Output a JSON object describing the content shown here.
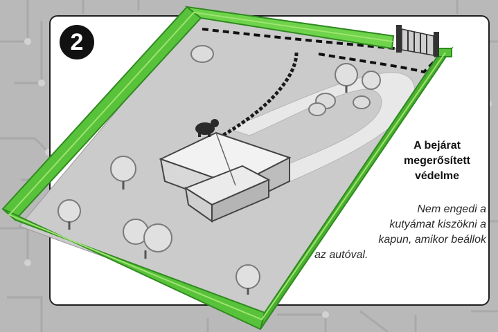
{
  "step": {
    "number": "2"
  },
  "headline": {
    "lines": [
      "A bejárat",
      "megerősített",
      "védelme"
    ]
  },
  "description": {
    "lines": [
      "Nem engedi a",
      "kutyámat kiszökni a",
      "kapun, amikor beállok",
      "az autóval."
    ]
  },
  "colors": {
    "hedge": "#58c23a",
    "hedge_dark": "#2f8a20",
    "hedge_light": "#9ee46f",
    "lawn": "#cbcbcb",
    "background": "#b9b9b9",
    "card": "#ffffff",
    "wire": "#111111"
  },
  "icons": [
    "gate-icon",
    "house-icon",
    "dog-icon",
    "tree-icon",
    "bush-icon"
  ]
}
